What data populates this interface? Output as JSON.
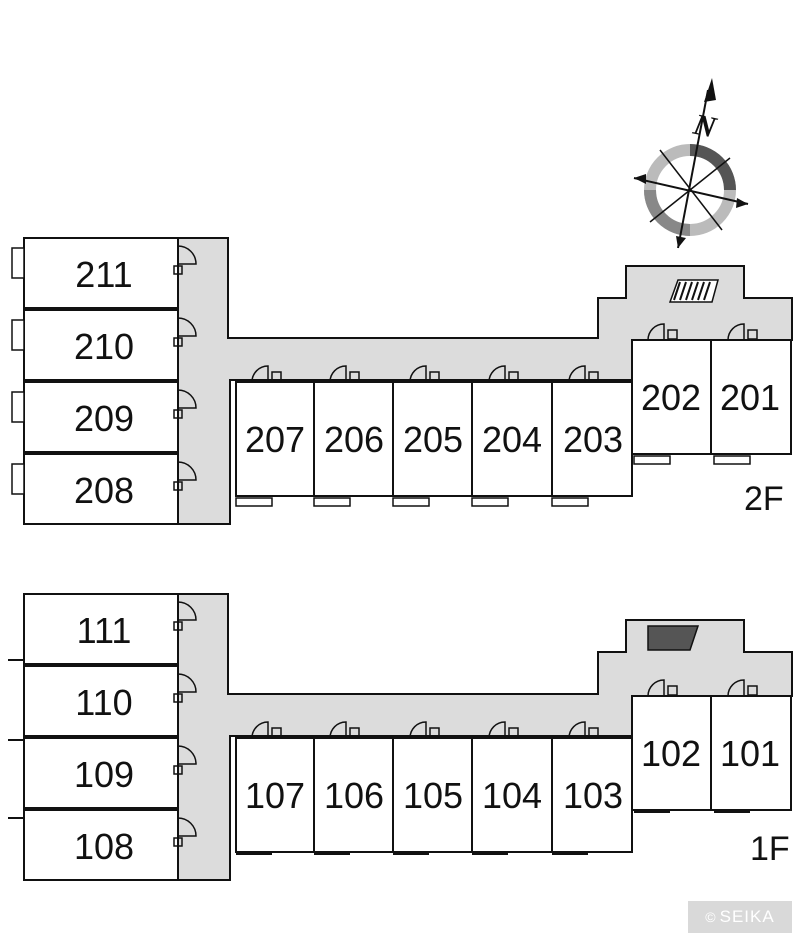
{
  "compass": {
    "label": "N",
    "icon": "north-arrow-compass-icon"
  },
  "floors": [
    {
      "label": "2F",
      "rooms": [
        "211",
        "210",
        "209",
        "208",
        "207",
        "206",
        "205",
        "204",
        "203",
        "202",
        "201"
      ],
      "stair_icon": "stair-icon"
    },
    {
      "label": "1F",
      "rooms": [
        "111",
        "110",
        "109",
        "108",
        "107",
        "106",
        "105",
        "104",
        "103",
        "102",
        "101"
      ],
      "stair_icon": "stair-icon"
    }
  ],
  "copyright": {
    "symbol": "©",
    "text": "SEIKA"
  },
  "colors": {
    "corridor": "#dcdcdc",
    "walls": "#111111",
    "stair_2f": "#333333",
    "stair_1f": "#555555"
  }
}
